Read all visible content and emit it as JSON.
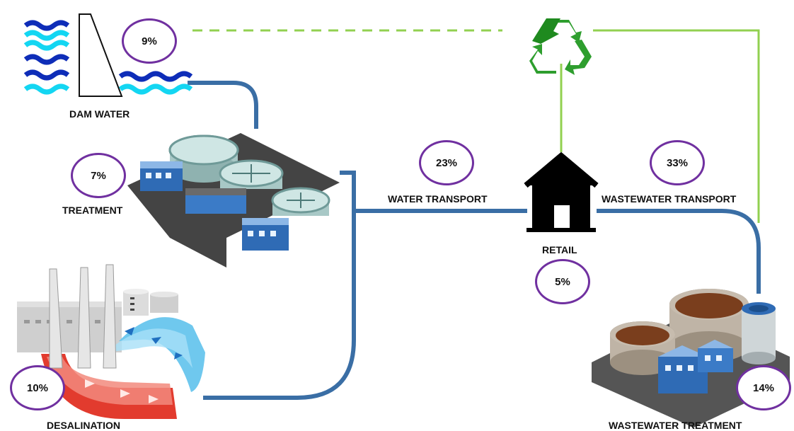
{
  "diagram": {
    "nodes": [
      {
        "id": "dam",
        "label": "DAM WATER",
        "percent": "9%"
      },
      {
        "id": "treatment",
        "label": "TREATMENT",
        "percent": "7%"
      },
      {
        "id": "desalination",
        "label": "DESALINATION",
        "percent": "10%"
      },
      {
        "id": "water_transport",
        "label": "WATER TRANSPORT",
        "percent": "23%"
      },
      {
        "id": "retail",
        "label": "RETAIL",
        "percent": "5%"
      },
      {
        "id": "wastewater_transport",
        "label": "WASTEWATER TRANSPORT",
        "percent": "33%"
      },
      {
        "id": "wastewater_treatment",
        "label": "WASTEWATER TREATMENT",
        "percent": "14%"
      }
    ],
    "colors": {
      "pipe": "#3a6ea5",
      "recycle_line": "#92d050",
      "percent_ring": "#7030a0",
      "recycle_symbol": "#2e9e2e"
    },
    "icons": [
      "dam-icon",
      "treatment-plant-icon",
      "desalination-plant-icon",
      "house-icon",
      "recycle-icon",
      "wastewater-plant-icon"
    ]
  }
}
